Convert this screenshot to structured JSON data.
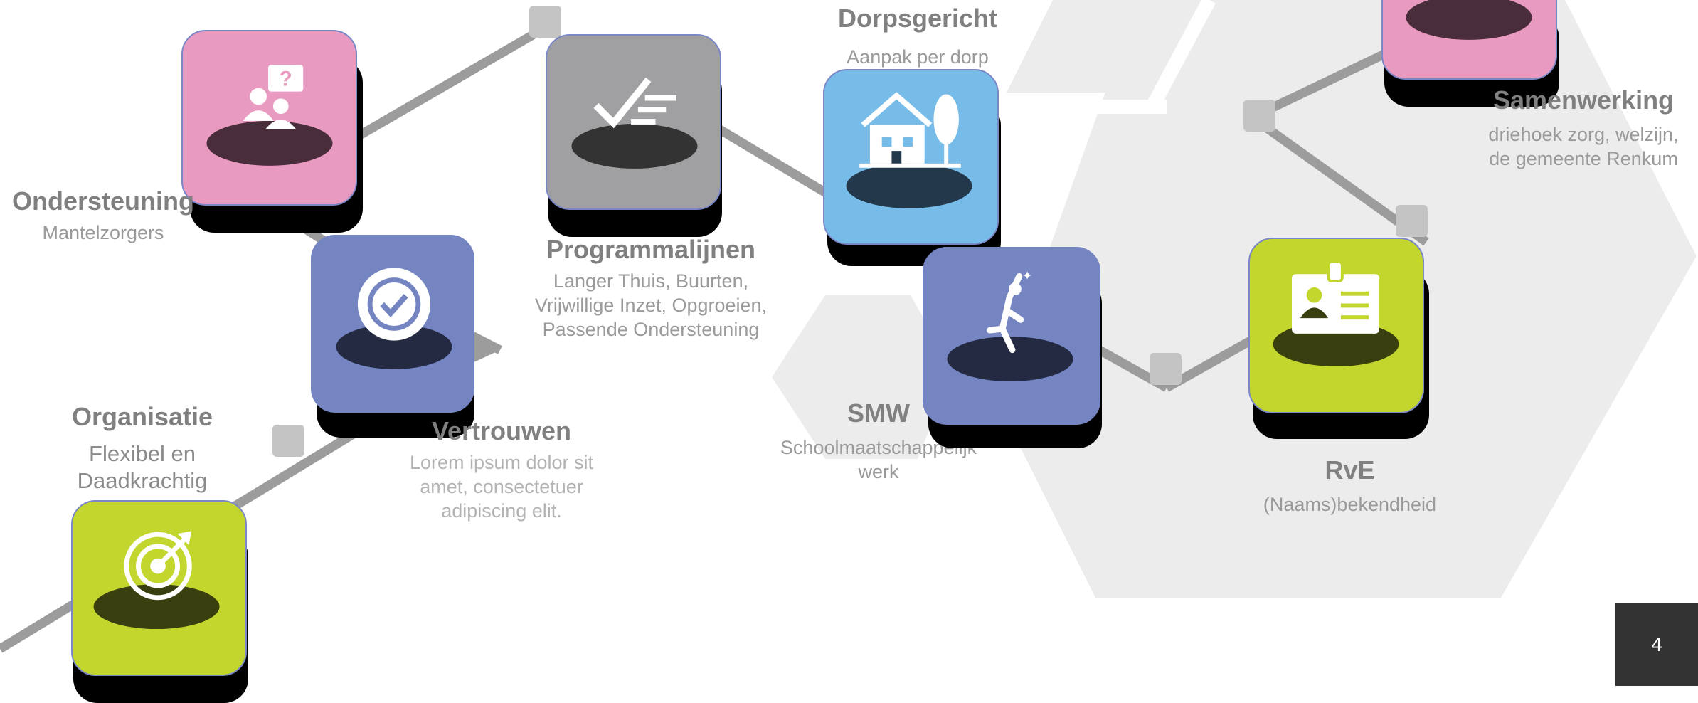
{
  "nodes": [
    {
      "id": "ondersteuning",
      "title": "Ondersteuning",
      "subtitle": "Mantelzorgers",
      "color": "#e99ac0",
      "icon": "people-question-icon"
    },
    {
      "id": "vertrouwen",
      "title": "Vertrouwen",
      "subtitle": "Lorem ipsum dolor sit\namet, consectetuer\nadipiscing elit.",
      "color": "#7585c2",
      "icon": "badge-check-icon"
    },
    {
      "id": "programmalijnen",
      "title": "Programmalijnen",
      "subtitle": "Langer Thuis, Buurten,\nVrijwillige Inzet, Opgroeien,\nPassende Ondersteuning",
      "color": "#a0a0a2",
      "icon": "checklist-icon"
    },
    {
      "id": "dorpsgericht",
      "title": "Dorpsgericht",
      "subtitle": "Aanpak per dorp",
      "color": "#77bce9",
      "icon": "house-tree-icon"
    },
    {
      "id": "smw",
      "title": "SMW",
      "subtitle": "Schoolmaatschappelijk\nwerk",
      "color": "#7585c2",
      "icon": "reaching-person-icon"
    },
    {
      "id": "samenwerking",
      "title": "Samenwerking",
      "subtitle": "driehoek zorg, welzijn,\nde gemeente Renkum",
      "color": "#e99ac0",
      "icon": "handshake-icon"
    },
    {
      "id": "rve",
      "title": "RvE",
      "subtitle": "(Naams)bekendheid",
      "color": "#c2d62e",
      "icon": "id-card-icon"
    },
    {
      "id": "organisatie",
      "title": "Organisatie",
      "subtitle": "Flexibel en\nDaadkrachtig",
      "color": "#c2d62e",
      "icon": "target-icon"
    }
  ],
  "page_number": "4"
}
